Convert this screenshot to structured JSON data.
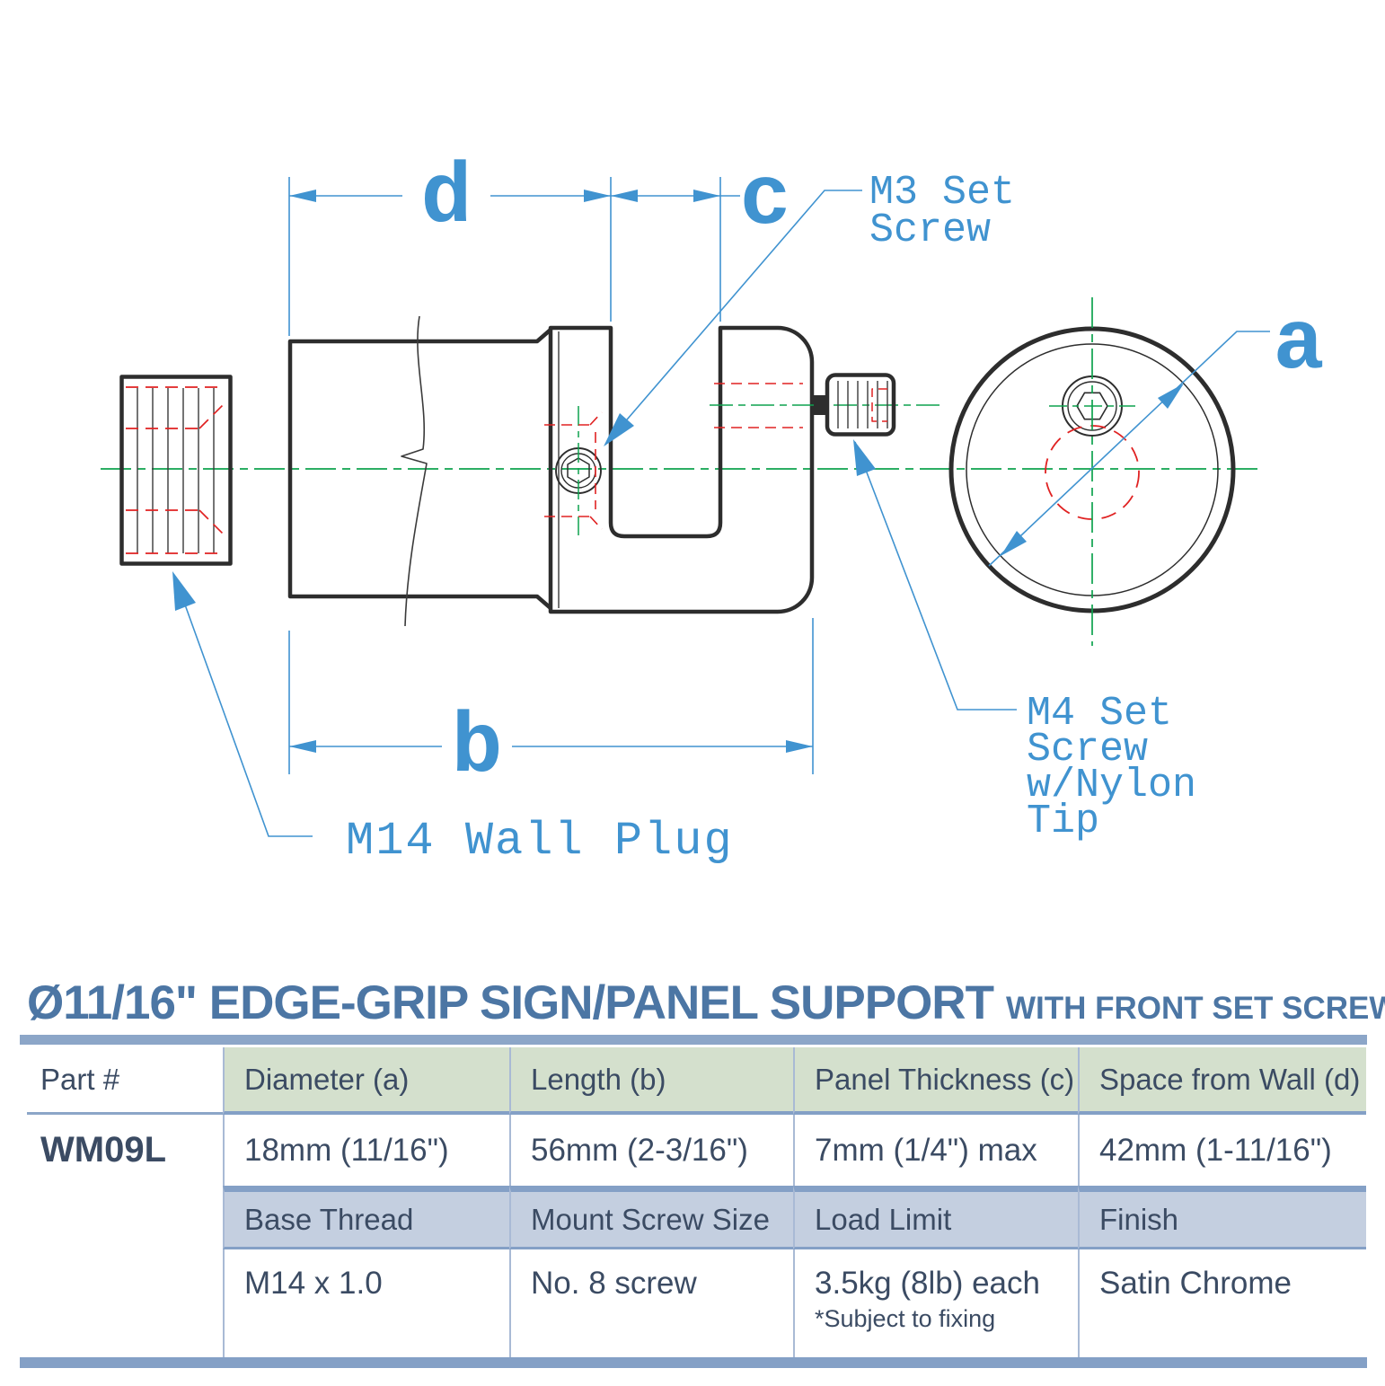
{
  "title": {
    "main": "Ø11/16\" EDGE-GRIP SIGN/PANEL SUPPORT",
    "qualifier": "WITH FRONT SET SCREW"
  },
  "drawing": {
    "dim_labels": {
      "a": "a",
      "b": "b",
      "c": "c",
      "d": "d"
    },
    "m3_label": [
      "M3 Set",
      "Screw"
    ],
    "m4_label": [
      "M4 Set",
      "Screw",
      "w/Nylon",
      "Tip"
    ],
    "m14_label": "M14 Wall Plug",
    "colors": {
      "dimension_blue": "#4093d0",
      "centerline_green": "#0ea24e",
      "hidden_red": "#e02222",
      "outline_dark": "#2d2d2d"
    }
  },
  "table": {
    "part_header": "Part #",
    "part_number": "WM09L",
    "spec_headers": [
      "Diameter (a)",
      "Length (b)",
      "Panel Thickness (c)",
      "Space from Wall (d)"
    ],
    "spec_values": [
      "18mm (11/16\")",
      "56mm (2-3/16\")",
      "7mm (1/4\") max",
      "42mm (1-11/16\")"
    ],
    "detail_headers": [
      "Base Thread",
      "Mount Screw Size",
      "Load Limit",
      "Finish"
    ],
    "detail_values": [
      "M14 x 1.0",
      "No. 8 screw",
      "3.5kg (8lb) each",
      "Satin Chrome"
    ],
    "load_limit_note": "*Subject to fixing"
  }
}
